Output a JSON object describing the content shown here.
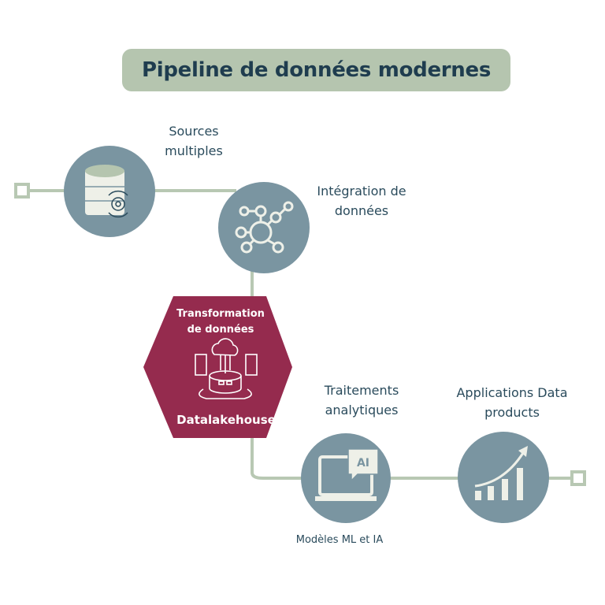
{
  "title": "Pipeline de données modernes",
  "steps": {
    "sources": {
      "line1": "Sources",
      "line2": "multiples",
      "icon": "database-sync-icon"
    },
    "integration": {
      "line1": "Intégration de",
      "line2": "données",
      "icon": "network-hub-icon"
    },
    "transformation": {
      "line1": "Transformation",
      "line2": "de données",
      "footer": "Datalakehouse",
      "icon": "datalakehouse-icon"
    },
    "analytics": {
      "line1": "Traitements",
      "line2": "analytiques",
      "caption": "Modèles ML et IA",
      "icon": "laptop-ai-icon",
      "ai_badge": "AI"
    },
    "applications": {
      "line1": "Applications Data",
      "line2": "products",
      "icon": "growth-chart-icon"
    }
  },
  "colors": {
    "circle": "#7a95a1",
    "hex": "#952b4e",
    "line": "#b8c8b3",
    "title_bg": "#b5c5af",
    "text": "#2a4b5c"
  }
}
